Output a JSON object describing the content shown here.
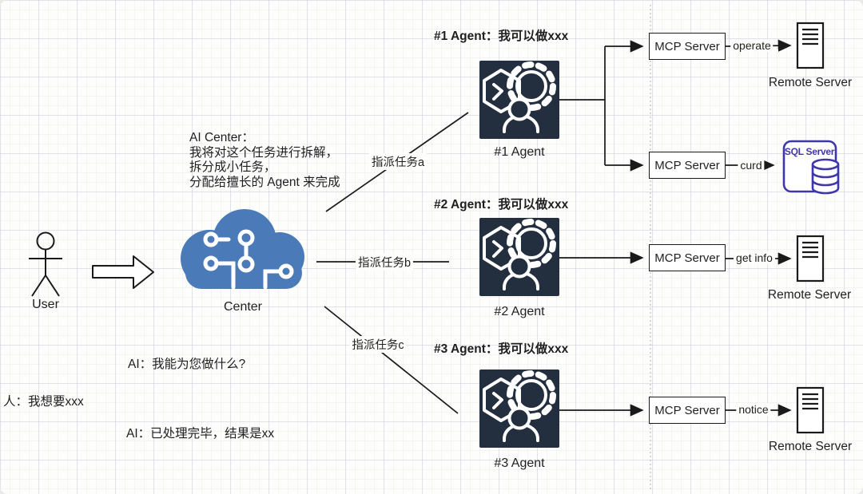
{
  "user": {
    "label": "User"
  },
  "center": {
    "label": "Center",
    "monologue_lines": [
      "AI Center：",
      "我将对这个任务进行拆解，",
      "拆分成小任务，",
      "分配给擅长的 Agent 来完成"
    ]
  },
  "conversation": {
    "ai_question": "AI：我能为您做什么?",
    "human_request": "人：我想要xxx",
    "ai_result": "AI：已处理完毕，结果是xx"
  },
  "task_edges": [
    {
      "label": "指派任务a"
    },
    {
      "label": "指派任务b"
    },
    {
      "label": "指派任务c"
    }
  ],
  "agents": [
    {
      "caption": "#1 Agent：我可以做xxx",
      "label": "#1 Agent"
    },
    {
      "caption": "#2 Agent：我可以做xxx",
      "label": "#2 Agent"
    },
    {
      "caption": "#3 Agent：我可以做xxx",
      "label": "#3 Agent"
    }
  ],
  "mcp": {
    "label": "MCP Server"
  },
  "action_edges": [
    {
      "label": "operate"
    },
    {
      "label": "curd"
    },
    {
      "label": "get info"
    },
    {
      "label": "notice"
    }
  ],
  "servers": {
    "remote_label": "Remote Server",
    "sql_label": "SQL Server"
  },
  "colors": {
    "agent_bg": "#232f3e",
    "brain_blue": "#4a7bb8",
    "sql_indigo": "#3f37a8",
    "line": "#1a1a1a"
  }
}
